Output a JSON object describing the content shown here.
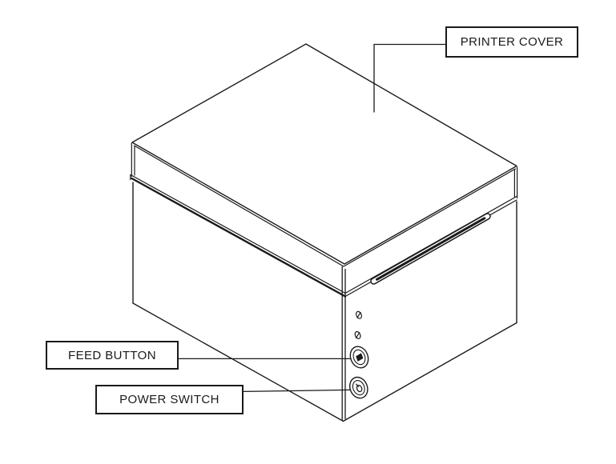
{
  "figure": {
    "type": "technical-line-drawing",
    "subject": "receipt printer, isometric view",
    "callouts": [
      {
        "id": "printer-cover",
        "label": "PRINTER COVER"
      },
      {
        "id": "feed-button",
        "label": "FEED BUTTON"
      },
      {
        "id": "power-switch",
        "label": "POWER SWITCH"
      }
    ],
    "icons": {
      "feed_button_glyph": "filled-square-icon",
      "power_switch_glyph": "power-symbol-icon",
      "status_leds": "led-indicator-icon"
    },
    "colors": {
      "line": "#1a1a1a",
      "background": "#ffffff"
    }
  }
}
